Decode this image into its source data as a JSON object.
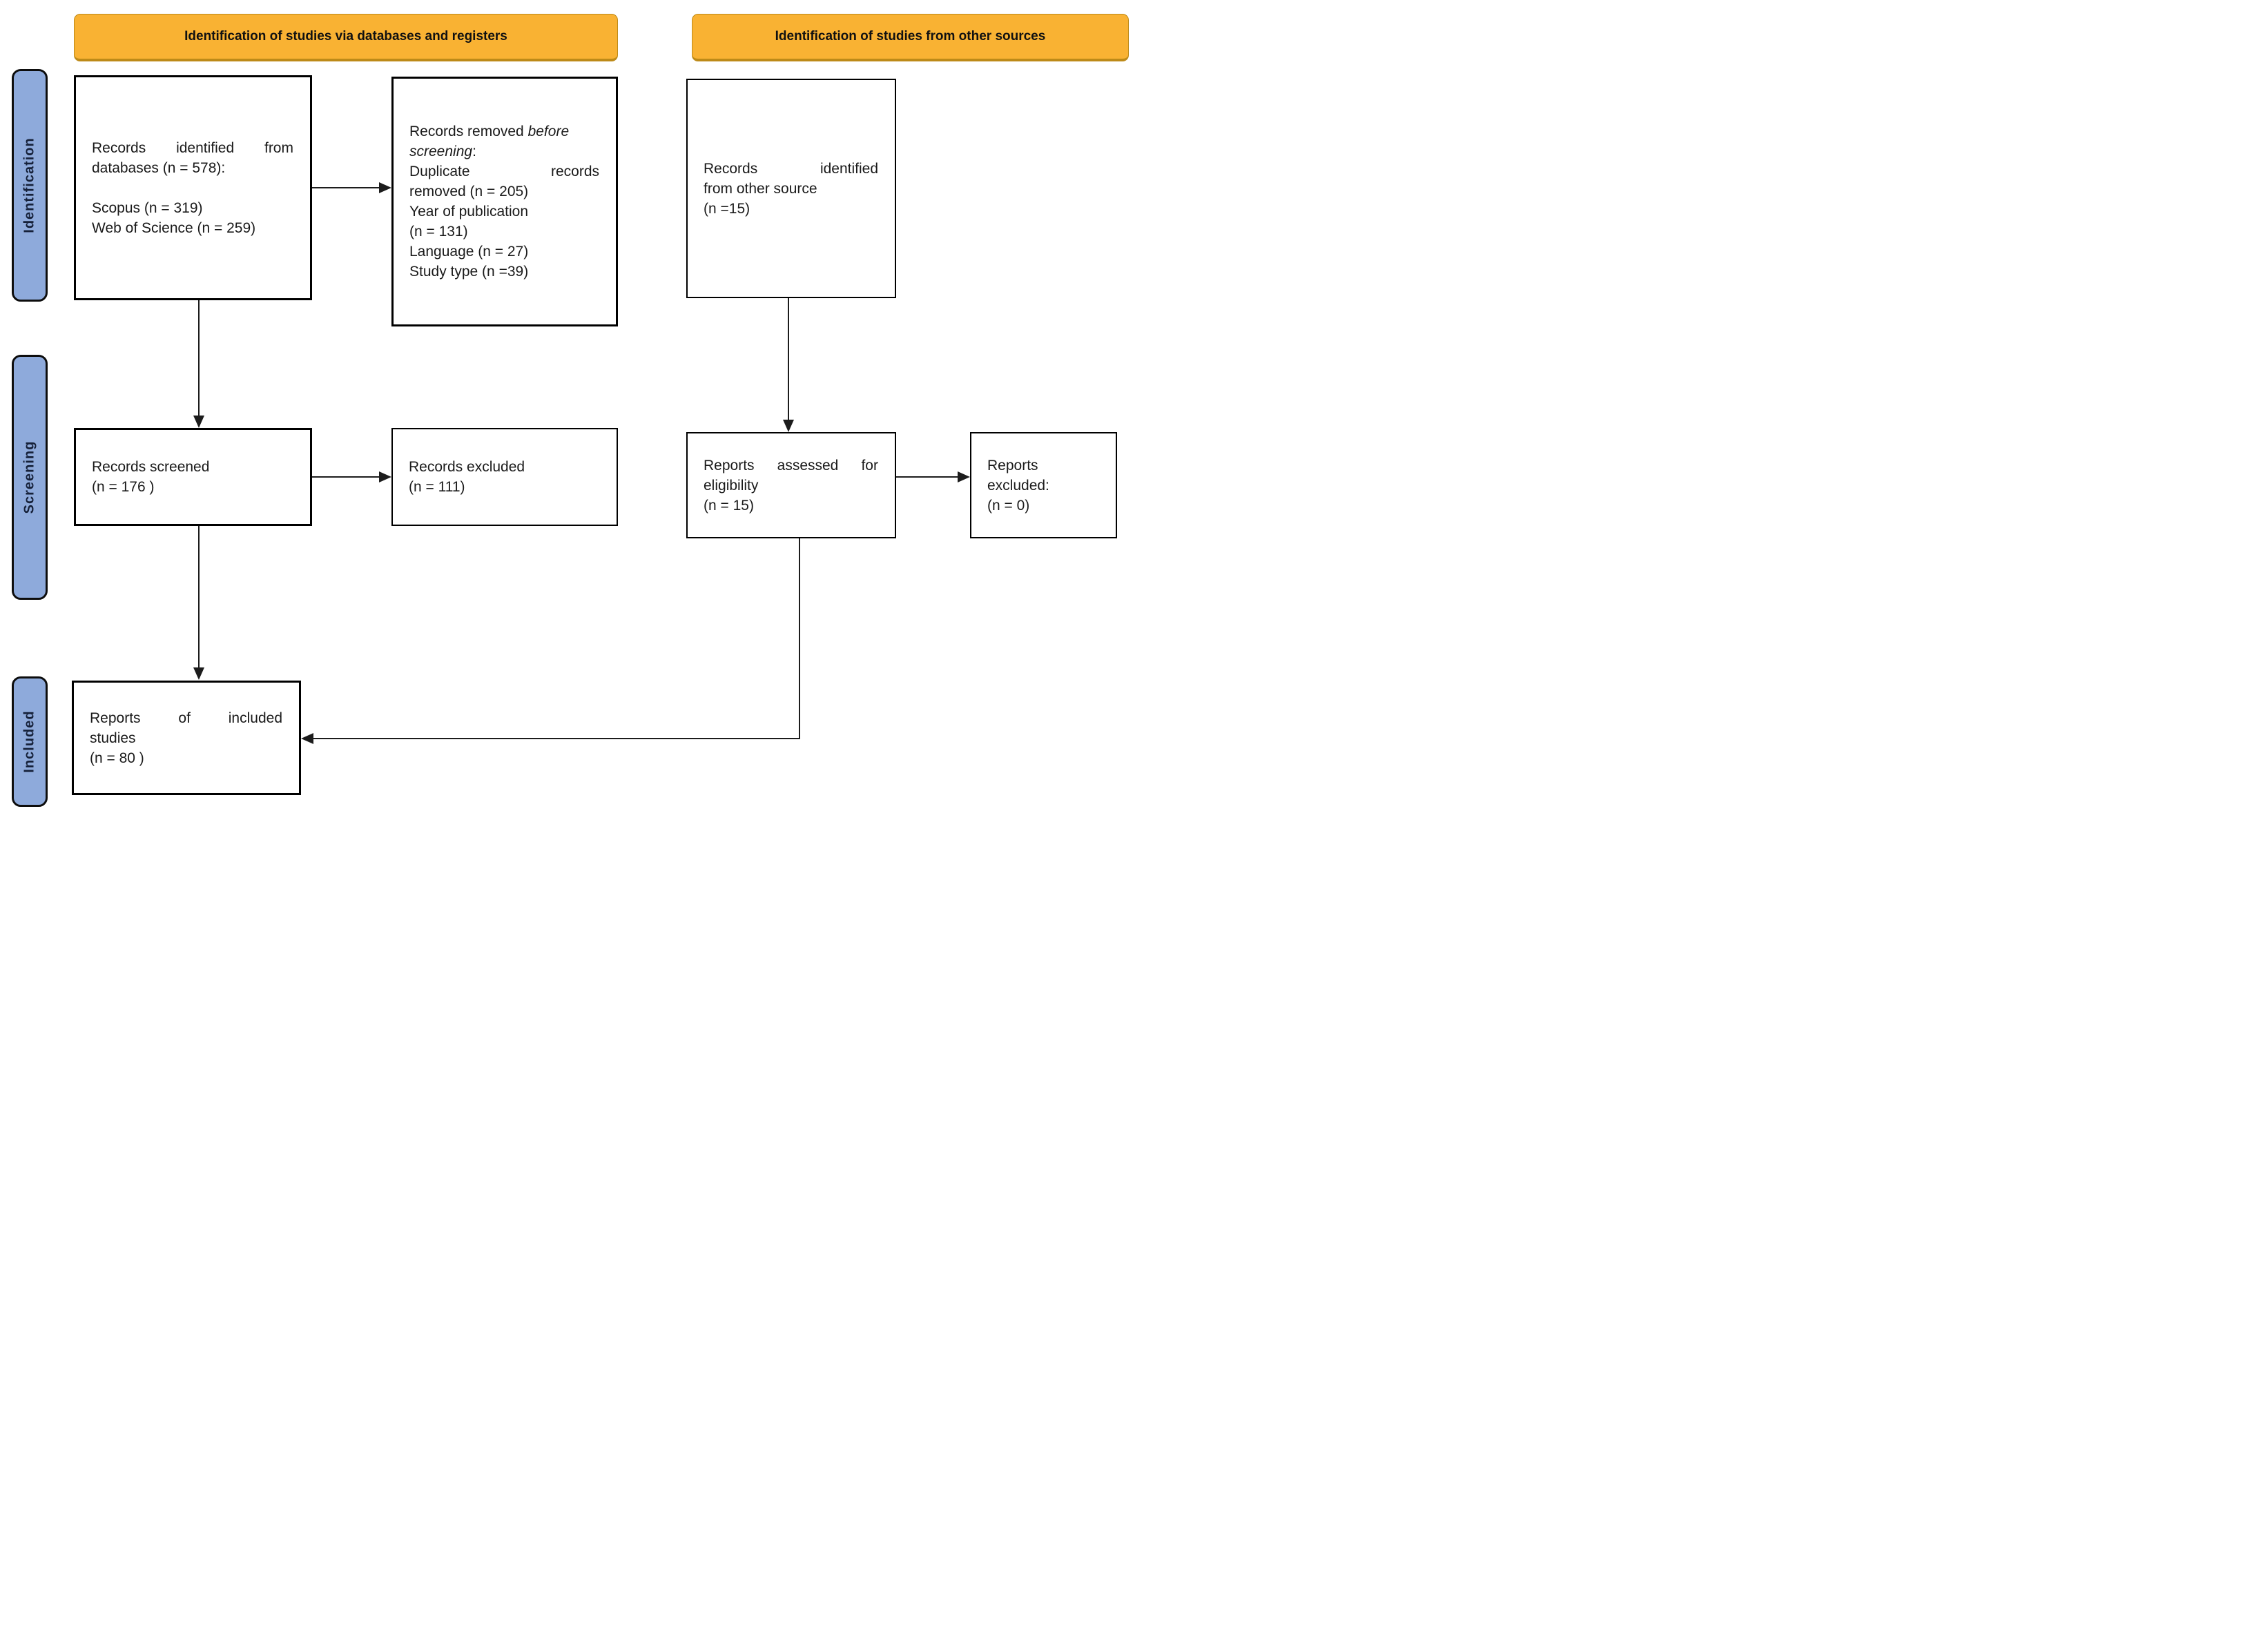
{
  "headers": {
    "databases": "Identification of studies via databases and registers",
    "other_sources": "Identification of studies from other sources"
  },
  "stages": {
    "identification": "Identification",
    "screening": "Screening",
    "included": "Included"
  },
  "boxes": {
    "identified_db": {
      "w1": "Records",
      "w2": "identified",
      "w3": "from",
      "l2": "databases (n = 578):",
      "l3": "Scopus (n = 319)",
      "l4": "Web of Science (n = 259)"
    },
    "removed": {
      "l1a": "Records removed",
      "l1b": "before",
      "l2a": "screening",
      "l2b": ":",
      "l3a": "Duplicate",
      "l3b": "records",
      "l4": "removed (n = 205)",
      "l5": "Year of publication",
      "l6": "(n = 131)",
      "l7": "Language (n = 27)",
      "l8": "Study type (n =39)"
    },
    "other_source": {
      "l1a": "Records",
      "l1b": "identified",
      "l2": "from other source",
      "l3": "(n =15)"
    },
    "screened": {
      "l1": "Records screened",
      "l2": "(n = 176 )"
    },
    "excluded": {
      "l1": "Records excluded",
      "l2": "(n = 111)"
    },
    "assessed": {
      "w1": "Reports",
      "w2": "assessed",
      "w3": "for",
      "l2": "eligibility",
      "l3": "(n = 15)"
    },
    "reports_excluded": {
      "l1": "Reports",
      "l2": "excluded:",
      "l3": "(n = 0)"
    },
    "included_reports": {
      "w1": "Reports",
      "w2": "of",
      "w3": "included",
      "l2": "studies",
      "l3": "(n = 80 )"
    }
  },
  "colors": {
    "header_bg": "#F9B233",
    "header_border": "#BD8A18",
    "stage_bg": "#8EAADB",
    "ink": "#1c1c1c"
  }
}
